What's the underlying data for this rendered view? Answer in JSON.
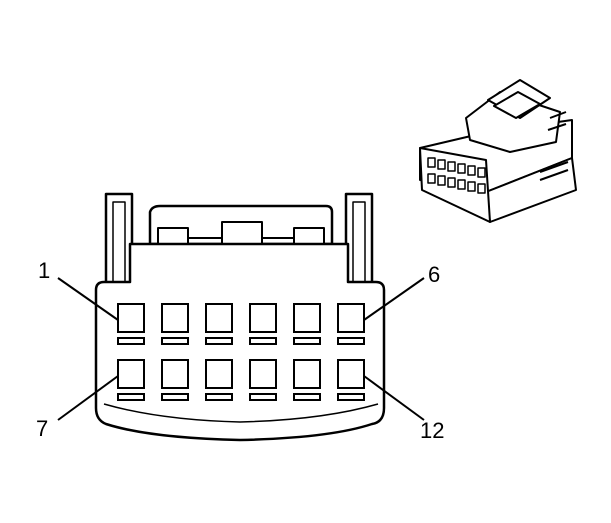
{
  "diagram": {
    "pin_labels": {
      "top_left": "1",
      "top_right": "6",
      "bottom_left": "7",
      "bottom_right": "12"
    },
    "cavity_rows": 2,
    "cavities_per_row": 6
  }
}
